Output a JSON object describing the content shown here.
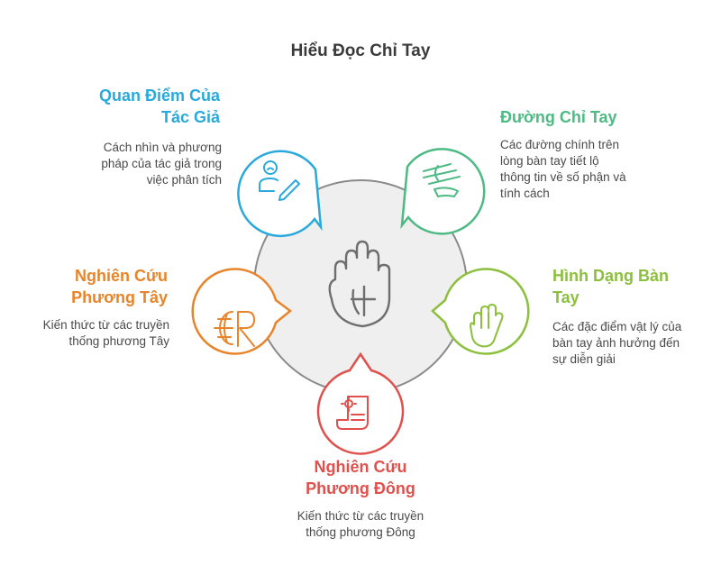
{
  "title": "Hiểu Đọc Chỉ Tay",
  "center_icon": "palm-icon",
  "nodes": [
    {
      "id": "author",
      "heading_lines": [
        "Quan Điểm Của",
        "Tác Giả"
      ],
      "description_lines": [
        "Cách nhìn và phương",
        "pháp của tác giả trong",
        "việc phân tích"
      ],
      "icon": "person-edit-icon",
      "color": "#29a9dc"
    },
    {
      "id": "lines",
      "heading_lines": [
        "Đường Chỉ Tay"
      ],
      "description_lines": [
        "Các đường chính trên",
        "lòng bàn tay tiết lộ",
        "thông tin về số phận và",
        "tính cách"
      ],
      "icon": "palm-lines-icon",
      "color": "#4dba84"
    },
    {
      "id": "shape",
      "heading_lines": [
        "Hình Dạng Bàn",
        "Tay"
      ],
      "description_lines": [
        "Các đặc điểm vật lý của",
        "bàn tay ảnh hưởng đến",
        "sự diễn giải"
      ],
      "icon": "hand-icon",
      "color": "#8bbf3c"
    },
    {
      "id": "east",
      "heading_lines": [
        "Nghiên Cứu",
        "Phương Đông"
      ],
      "description_lines": [
        "Kiến thức từ các truyền",
        "thống phương Đông"
      ],
      "icon": "scroll-icon",
      "color": "#e0514d"
    },
    {
      "id": "west",
      "heading_lines": [
        "Nghiên Cứu",
        "Phương Tây"
      ],
      "description_lines": [
        "Kiến thức từ các truyền",
        "thống phương Tây"
      ],
      "icon": "globe-r-icon",
      "color": "#e8842a"
    }
  ]
}
